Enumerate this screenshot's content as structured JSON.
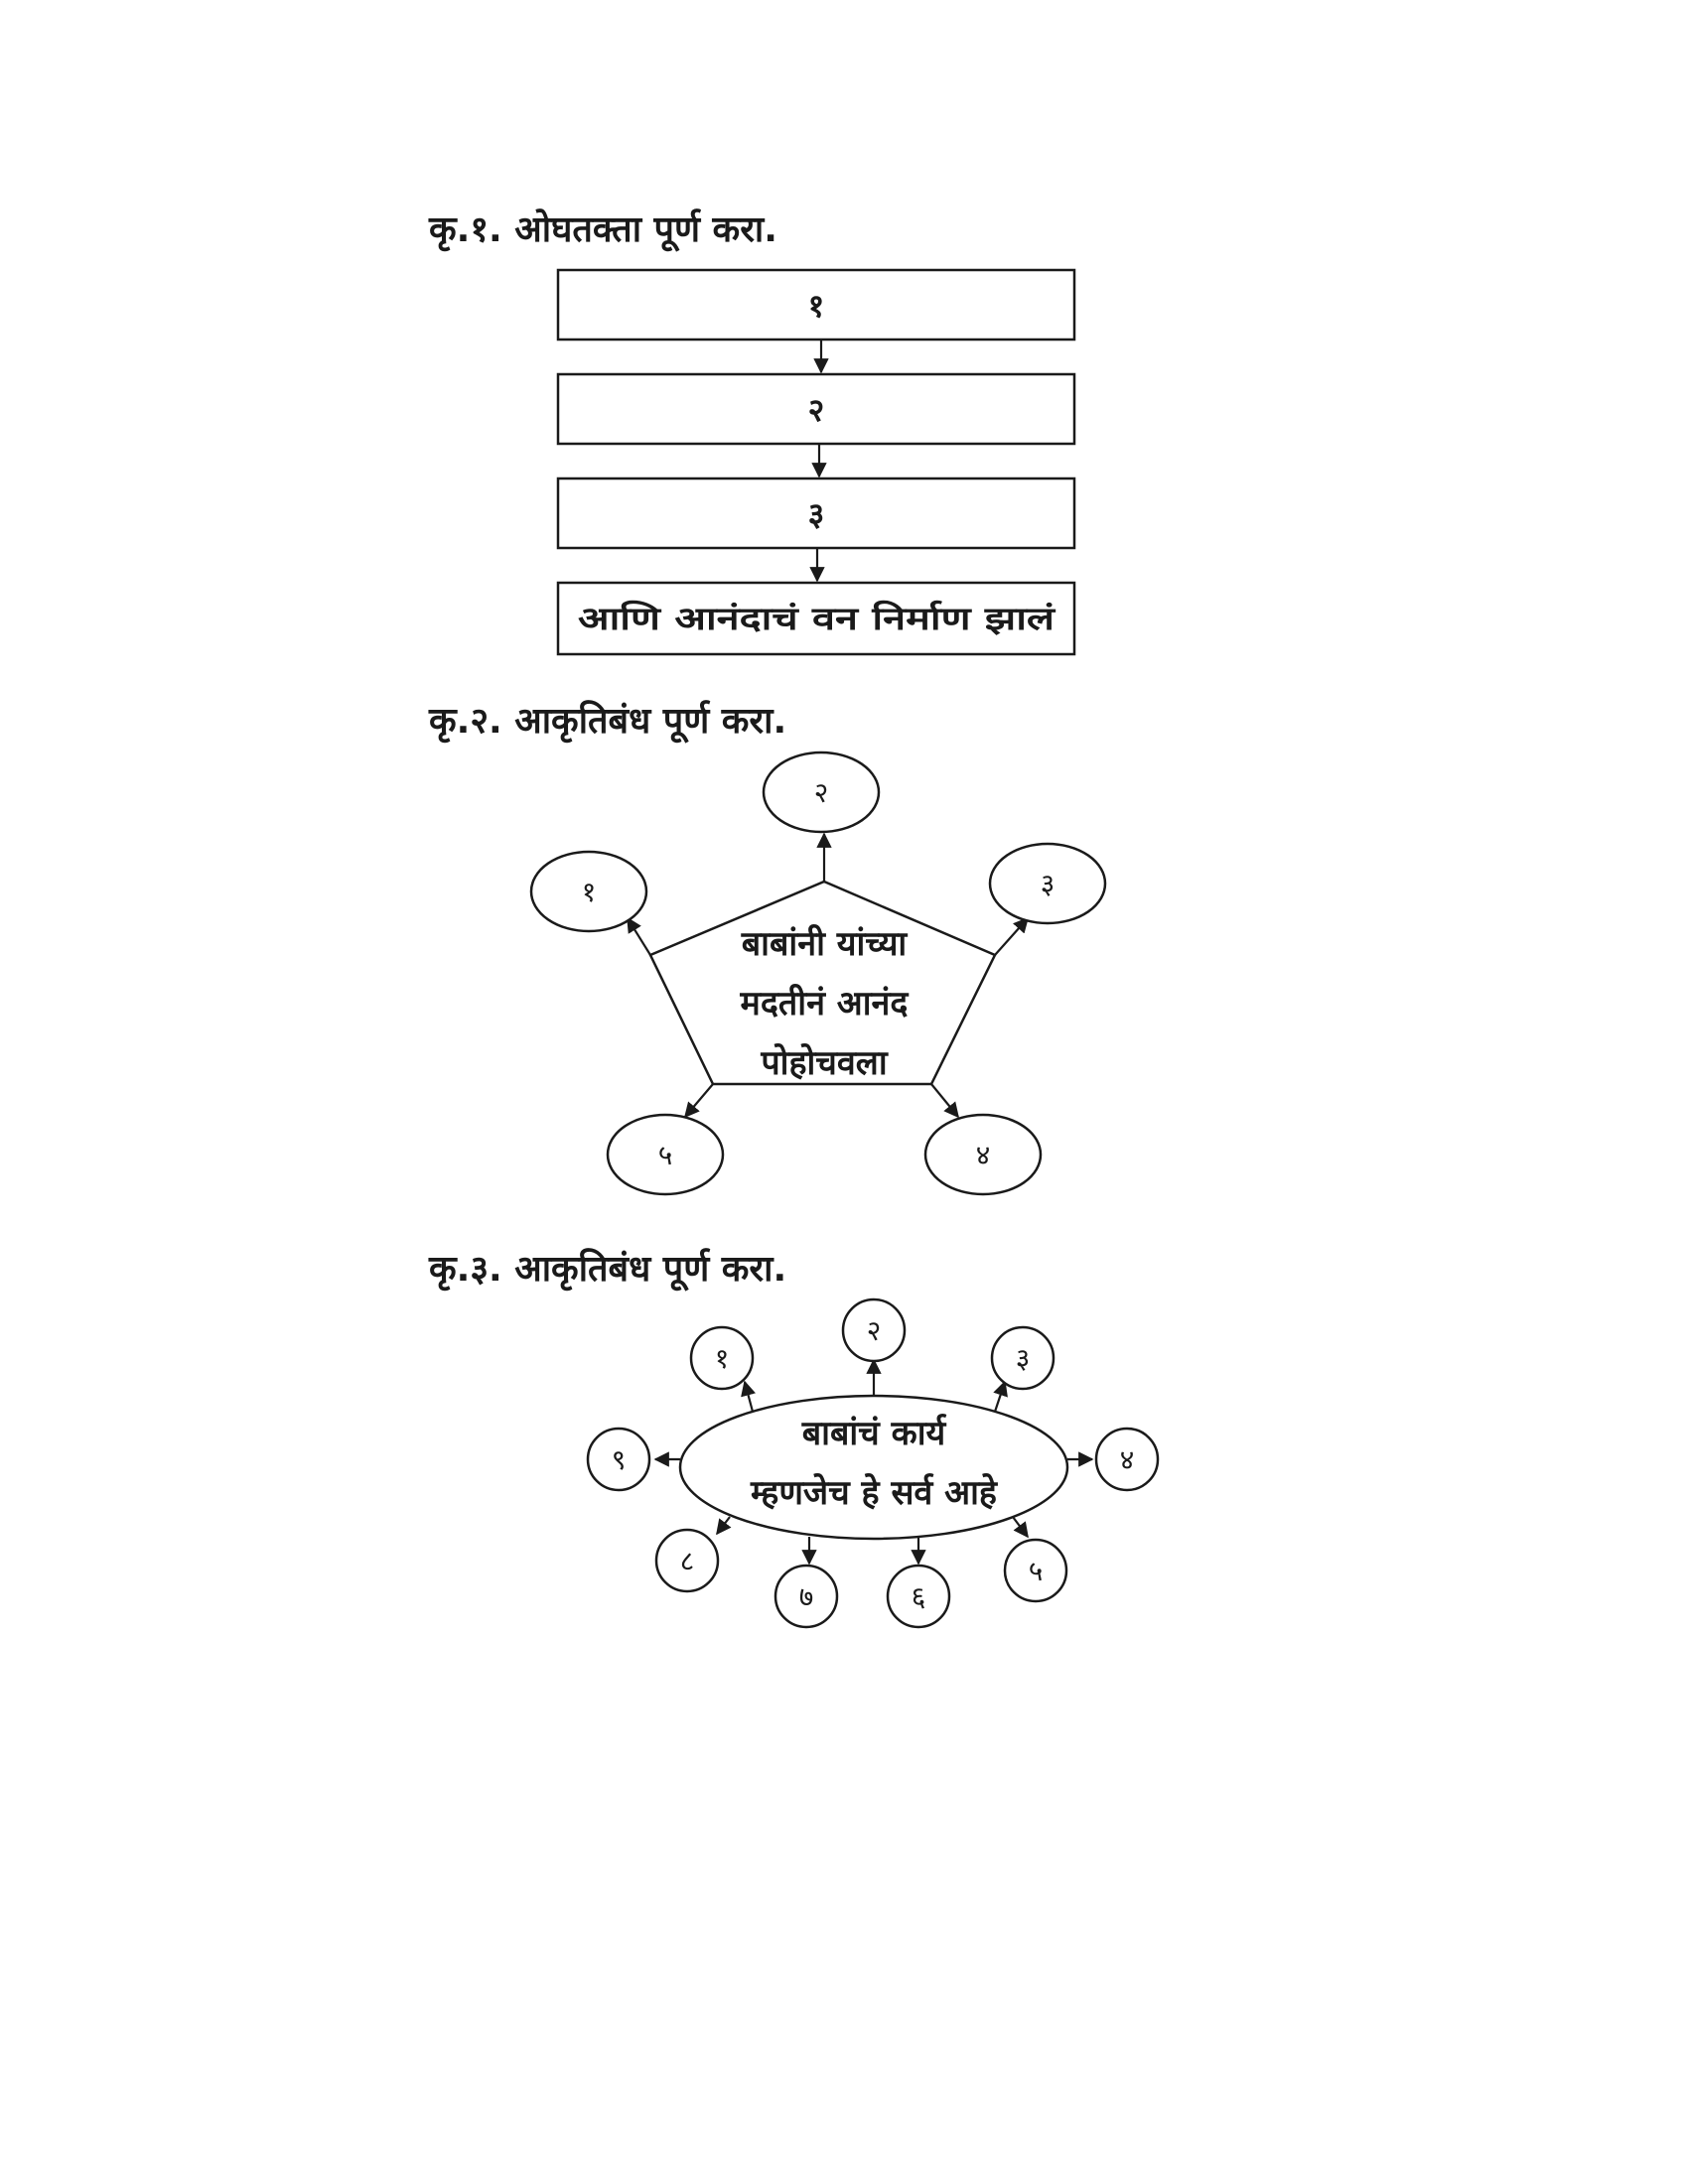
{
  "q1": {
    "heading": "कृ.१. ओघतक्ता पूर्ण करा.",
    "boxes": [
      "१",
      "२",
      "३",
      "आणि आनंदाचं वन निर्माण झालं"
    ]
  },
  "q2": {
    "heading": "कृ.२. आकृतिबंध पूर्ण करा.",
    "center": [
      "बाबांनी यांच्या",
      "मदतीनं आनंद",
      "पोहोचवला"
    ],
    "nodes": [
      "१",
      "२",
      "३",
      "४",
      "५"
    ]
  },
  "q3": {
    "heading": "कृ.३. आकृतिबंध पूर्ण करा.",
    "center": [
      "बाबांचं कार्य",
      "म्हणजेच हे सर्व आहे"
    ],
    "nodes": [
      "१",
      "२",
      "३",
      "४",
      "५",
      "६",
      "७",
      "८",
      "९"
    ]
  },
  "colors": {
    "ink": "#1a1a1a",
    "paper": "#ffffff"
  }
}
